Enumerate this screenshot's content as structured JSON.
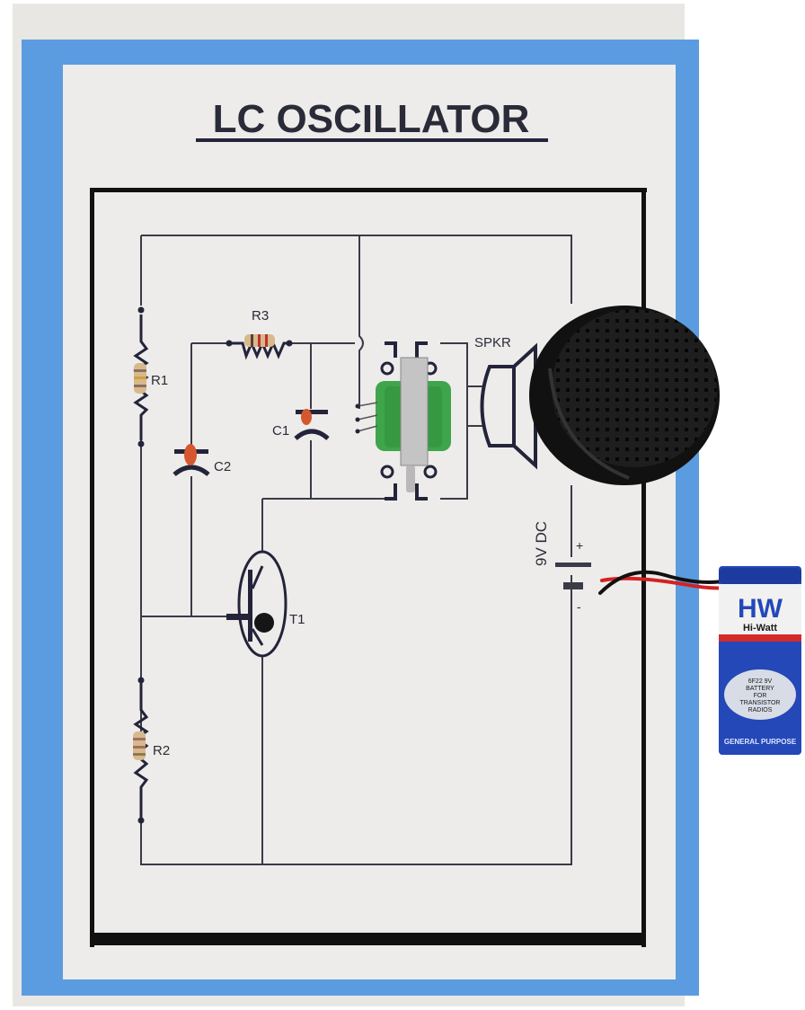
{
  "poster": {
    "title": "LC OSCILLATOR",
    "colors": {
      "board": "#eceae8",
      "blue_border": "#5f9fe0",
      "ink": "#23243a",
      "resistor_body": "#d9b98a",
      "capacitor": "#d6572e",
      "transformer_green": "#3fa34a",
      "transformer_core": "#bdbdbd",
      "speaker": "#1c1c1c"
    }
  },
  "circuit": {
    "labels": {
      "r1": "R1",
      "r2": "R2",
      "r3": "R3",
      "c1": "C1",
      "c2": "C2",
      "t1": "T1",
      "speaker": "SPKR",
      "supply": "9V DC",
      "plus": "+",
      "minus": "-"
    }
  },
  "battery": {
    "brand_logo": "HW",
    "brand_name": "Hi-Watt",
    "oval_text": [
      "6F22 9V",
      "BATTERY",
      "FOR",
      "TRANSISTOR",
      "RADIOS"
    ],
    "footer": "GENERAL PURPOSE",
    "colors": {
      "blue": "#2448b8",
      "red": "#d42a2a",
      "white": "#f2f2f2"
    }
  }
}
